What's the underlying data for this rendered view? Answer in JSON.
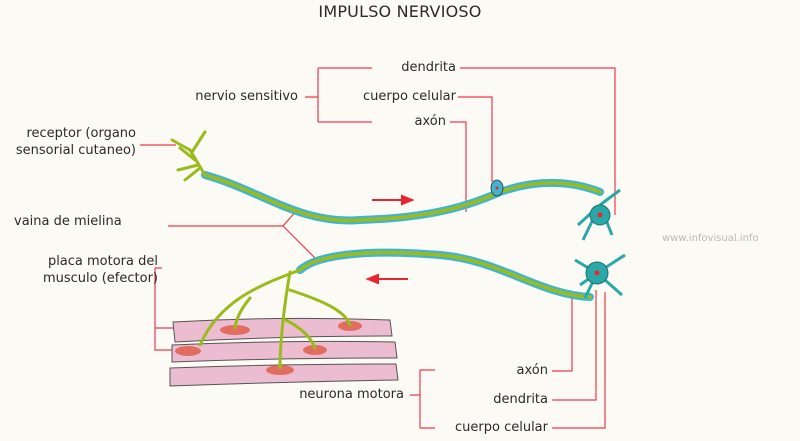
{
  "title": "IMPULSO NERVIOSO",
  "watermark": "www.infovisual.info",
  "labels": {
    "nervio_sensitivo": "nervio sensitivo",
    "dendrita_top": "dendrita",
    "cuerpo_celular_top": "cuerpo celular",
    "axon_top": "axón",
    "receptor_line1": "receptor (organo",
    "receptor_line2": "sensorial cutaneo)",
    "vaina": "vaina de mielina",
    "placa_line1": "placa motora del",
    "placa_line2": "musculo (efector)",
    "axon_bottom": "axón",
    "dendrita_bottom": "dendrita",
    "cuerpo_celular_bottom": "cuerpo celular",
    "neurona_motora": "neurona motora"
  },
  "colors": {
    "leader": "#ee3a4a",
    "nerve": "#9bbb1c",
    "myelin": "#3fb5cf",
    "muscle": "#ecbcd0",
    "neuron": "#2aa8a8",
    "arrow": "#e8262d"
  }
}
